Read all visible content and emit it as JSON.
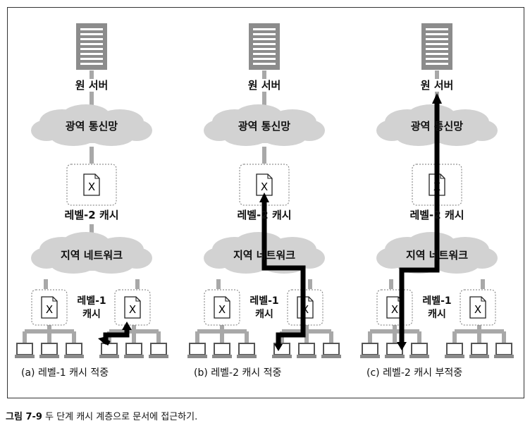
{
  "labels": {
    "origin_server": "원 서버",
    "wan": "광역 통신망",
    "l2_cache": "레벨-2 캐시",
    "lan": "지역 네트워크",
    "l1_cache_line1": "레벨-1",
    "l1_cache_line2": "캐시",
    "doc_mark": "X"
  },
  "panels": [
    {
      "caption": "(a) 레벨-1 캐시 적중"
    },
    {
      "caption": "(b) 레벨-2 캐시 적중"
    },
    {
      "caption": "(c) 레벨-2 캐시 부적중"
    }
  ],
  "figure_caption": {
    "prefix": "그림 7-9",
    "text": " 두 단계 캐시 계층으로 문서에 접근하기."
  },
  "colors": {
    "cloud": "#d2d2d2",
    "server": "#8c8c8c",
    "link": "#a8a8a8",
    "path": "#000000",
    "box_border": "#777777"
  }
}
